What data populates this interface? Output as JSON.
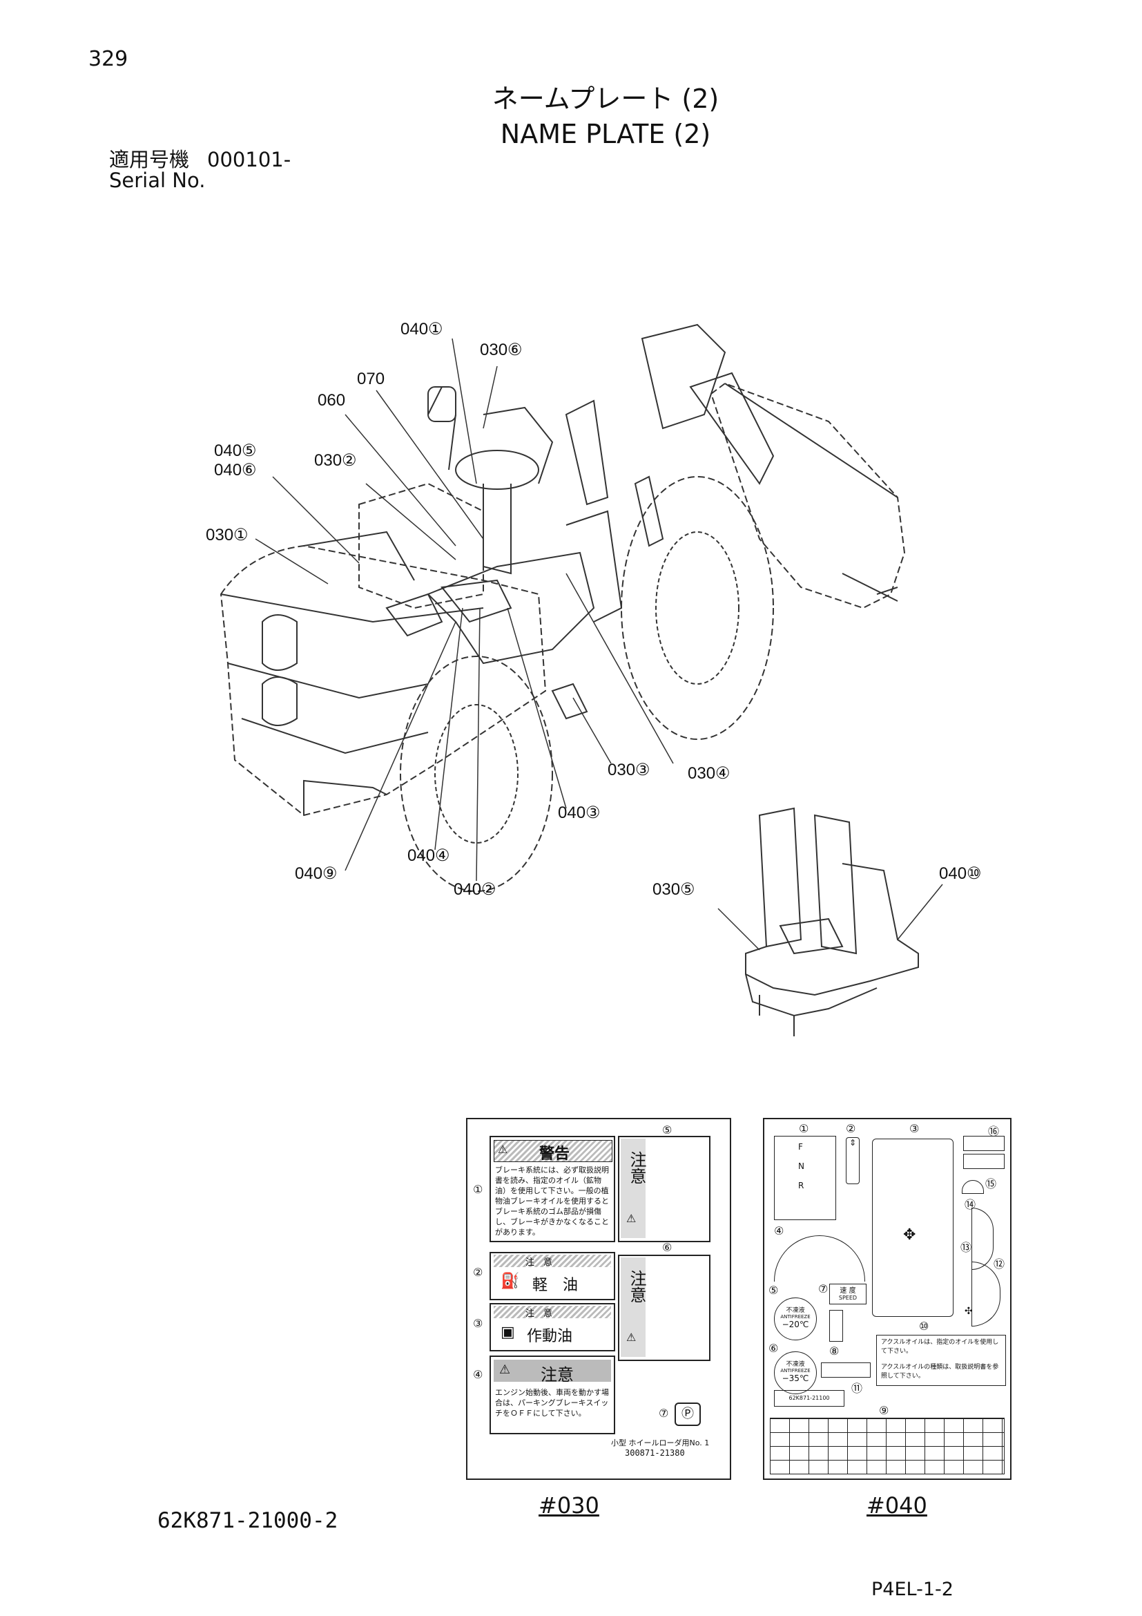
{
  "page_number": "329",
  "title_ja": "ネームプレート (2)",
  "title_en": "NAME PLATE (2)",
  "serial": {
    "label_ja": "適用号機",
    "value": "000101-",
    "label_en": "Serial No."
  },
  "callouts": {
    "c040_1": "040①",
    "c030_6": "030⑥",
    "c070": "070",
    "c060": "060",
    "c040_5": "040⑤",
    "c040_6": "040⑥",
    "c030_2": "030②",
    "c030_1": "030①",
    "c030_3": "030③",
    "c030_4": "030④",
    "c040_3": "040③",
    "c040_4": "040④",
    "c040_9": "040⑨",
    "c040_2": "040②",
    "c030_5": "030⑤",
    "c040_10": "040⑩"
  },
  "panel_030": {
    "label": "#030",
    "warning_title": "警告",
    "warning_text": "ブレーキ系統には、必ず取扱説明書を読み、指定のオイル（鉱物油）を使用して下さい。一般の植物油ブレーキオイルを使用するとブレーキ系統のゴム部品が損傷し、ブレーキがきかなくなることがあります。",
    "caution_vertical": "注意",
    "caution_short": "注　意",
    "fuel_label": "軽　油",
    "hyd_label": "作動油",
    "caution_big": "注意",
    "engine_text": "エンジン始動後、車両を動かす場合は、パーキングブレーキスイッチをＯＦＦにして下さい。",
    "maker_line": "小型 ホイールローダ用No. 1",
    "part_no": "300871-21380",
    "nums": [
      "①",
      "②",
      "③",
      "④",
      "⑤",
      "⑥",
      "⑦"
    ]
  },
  "panel_040": {
    "label": "#040",
    "gear_letters": [
      "F",
      "N",
      "R"
    ],
    "speed_ja": "速 度",
    "speed_en": "SPEED",
    "antifreeze_ja": "不凍液",
    "antifreeze_en": "ANTIFREEZE",
    "temp1": "−20℃",
    "temp2": "−35℃",
    "axle_text1": "アクスルオイルは、指定のオイルを使用して下さい。",
    "axle_text2": "アクスルオイルの種類は、取扱説明書を参照して下さい。",
    "part_small": "62K871-21100",
    "nums": [
      "①",
      "②",
      "③",
      "④",
      "⑤",
      "⑥",
      "⑦",
      "⑧",
      "⑨",
      "⑩",
      "⑪",
      "⑫",
      "⑬",
      "⑭",
      "⑮",
      "⑯"
    ]
  },
  "footer": {
    "doc_number": "62K871-21000-2",
    "page_code": "P4EL-1-2"
  }
}
